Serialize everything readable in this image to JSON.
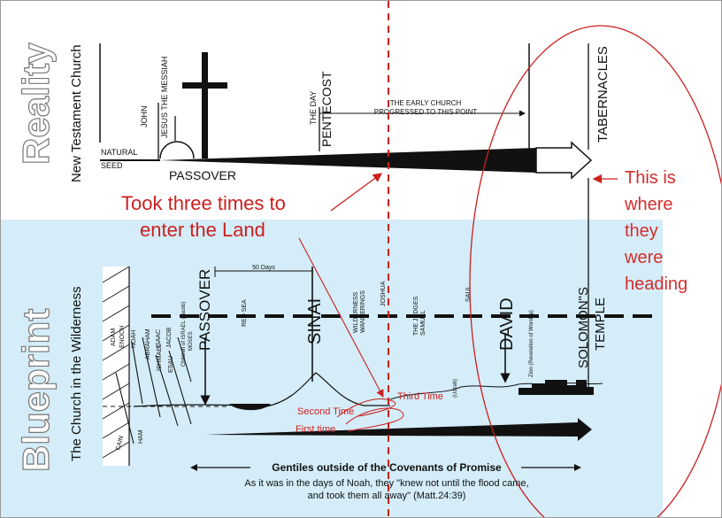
{
  "sections": {
    "reality": {
      "title": "Reality",
      "subtitle": "New Testament Church"
    },
    "blueprint": {
      "title": "Blueprint",
      "subtitle": "The Church in the Wilderness"
    }
  },
  "top_timeline": {
    "natural_label": "NATURAL",
    "seed_label": "SEED",
    "john": "JOHN",
    "messiah": "JESUS THE MESSIAH",
    "passover": "PASSOVER",
    "the_day": "THE DAY",
    "pentecost": "PENTECOST",
    "early_church_1": "THE EARLY CHURCH",
    "early_church_2": "PROGRESSED TO THIS POINT",
    "tabernacles": "TABERNACLES"
  },
  "bottom_timeline": {
    "fifty_days": "50 Days",
    "cain": "CAIN",
    "adam": "ADAM",
    "enoch": "ENOCH",
    "noah": "NOAH",
    "ham": "HAM",
    "abraham": "ABRAHAM",
    "ishmael": "ISHMAEL",
    "isaac": "ISAAC",
    "esau": "ESAU",
    "jacob": "JACOB",
    "children_israel": "Children of ISRAEL (Jacob)",
    "moses": "MOSES",
    "passover": "PASSOVER",
    "red_sea": "RED SEA",
    "sinai": "SINAI",
    "wilderness": "WILDERNESS",
    "wanderings": "WANDERINGS",
    "joshua": "JOSHUA",
    "judges": "THE JUDGES",
    "samuel": "SAMUEL",
    "saul": "SAUL",
    "david": "DAVID",
    "zion": "Zion (Revelation of Worship)",
    "uzzah": "(Uzzah)",
    "solomons": "SOLOMON\"S",
    "temple": "TEMPLE"
  },
  "annotations": {
    "took_line1": "Took three times to",
    "took_line2": "enter the Land",
    "heading": [
      "This is",
      "where",
      "they",
      "were",
      "heading"
    ],
    "third_time": "Third Time",
    "second_time": "Second Time",
    "first_time": "First time"
  },
  "footer": {
    "gentiles": "Gentiles outside of the Covenants of Promise",
    "quote_line1": "As it was in the days of Noah, they \"knew not until the flood came,",
    "quote_line2": "and took them all away\" (Matt.24:39)"
  },
  "colors": {
    "blueprint_bg": "#d4edf8",
    "annotation_red": "#cc1f1f",
    "heading_text": "#d42d2d",
    "ink": "#111111"
  }
}
